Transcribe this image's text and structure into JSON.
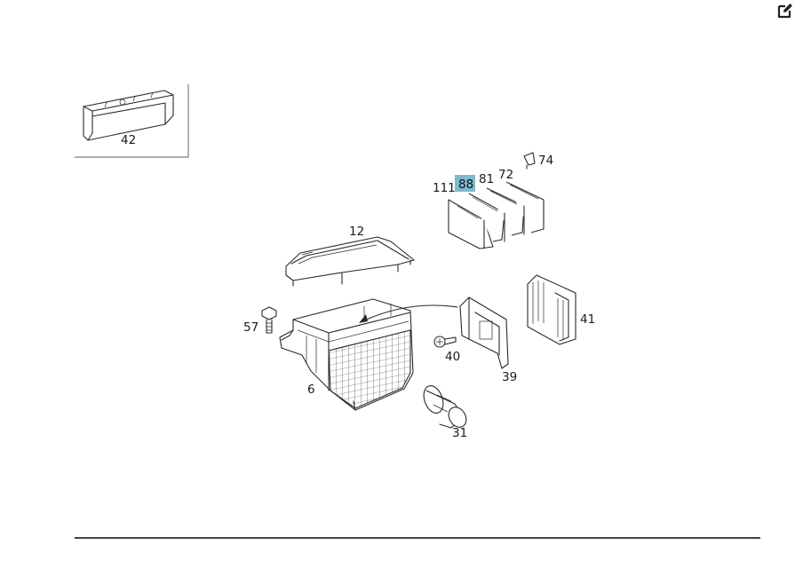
{
  "toolbar": {
    "edit_icon": "edit-icon"
  },
  "callouts": {
    "p42": "42",
    "p12": "12",
    "p111": "111",
    "p88": "88",
    "p81": "81",
    "p72": "72",
    "p74": "74",
    "p57": "57",
    "p6": "6",
    "p40": "40",
    "p39": "39",
    "p41": "41",
    "p31": "31"
  },
  "highlighted_callout": "88",
  "colors": {
    "highlight": "#7fb9d0",
    "line": "#2a2a2a",
    "rule": "#444444"
  }
}
